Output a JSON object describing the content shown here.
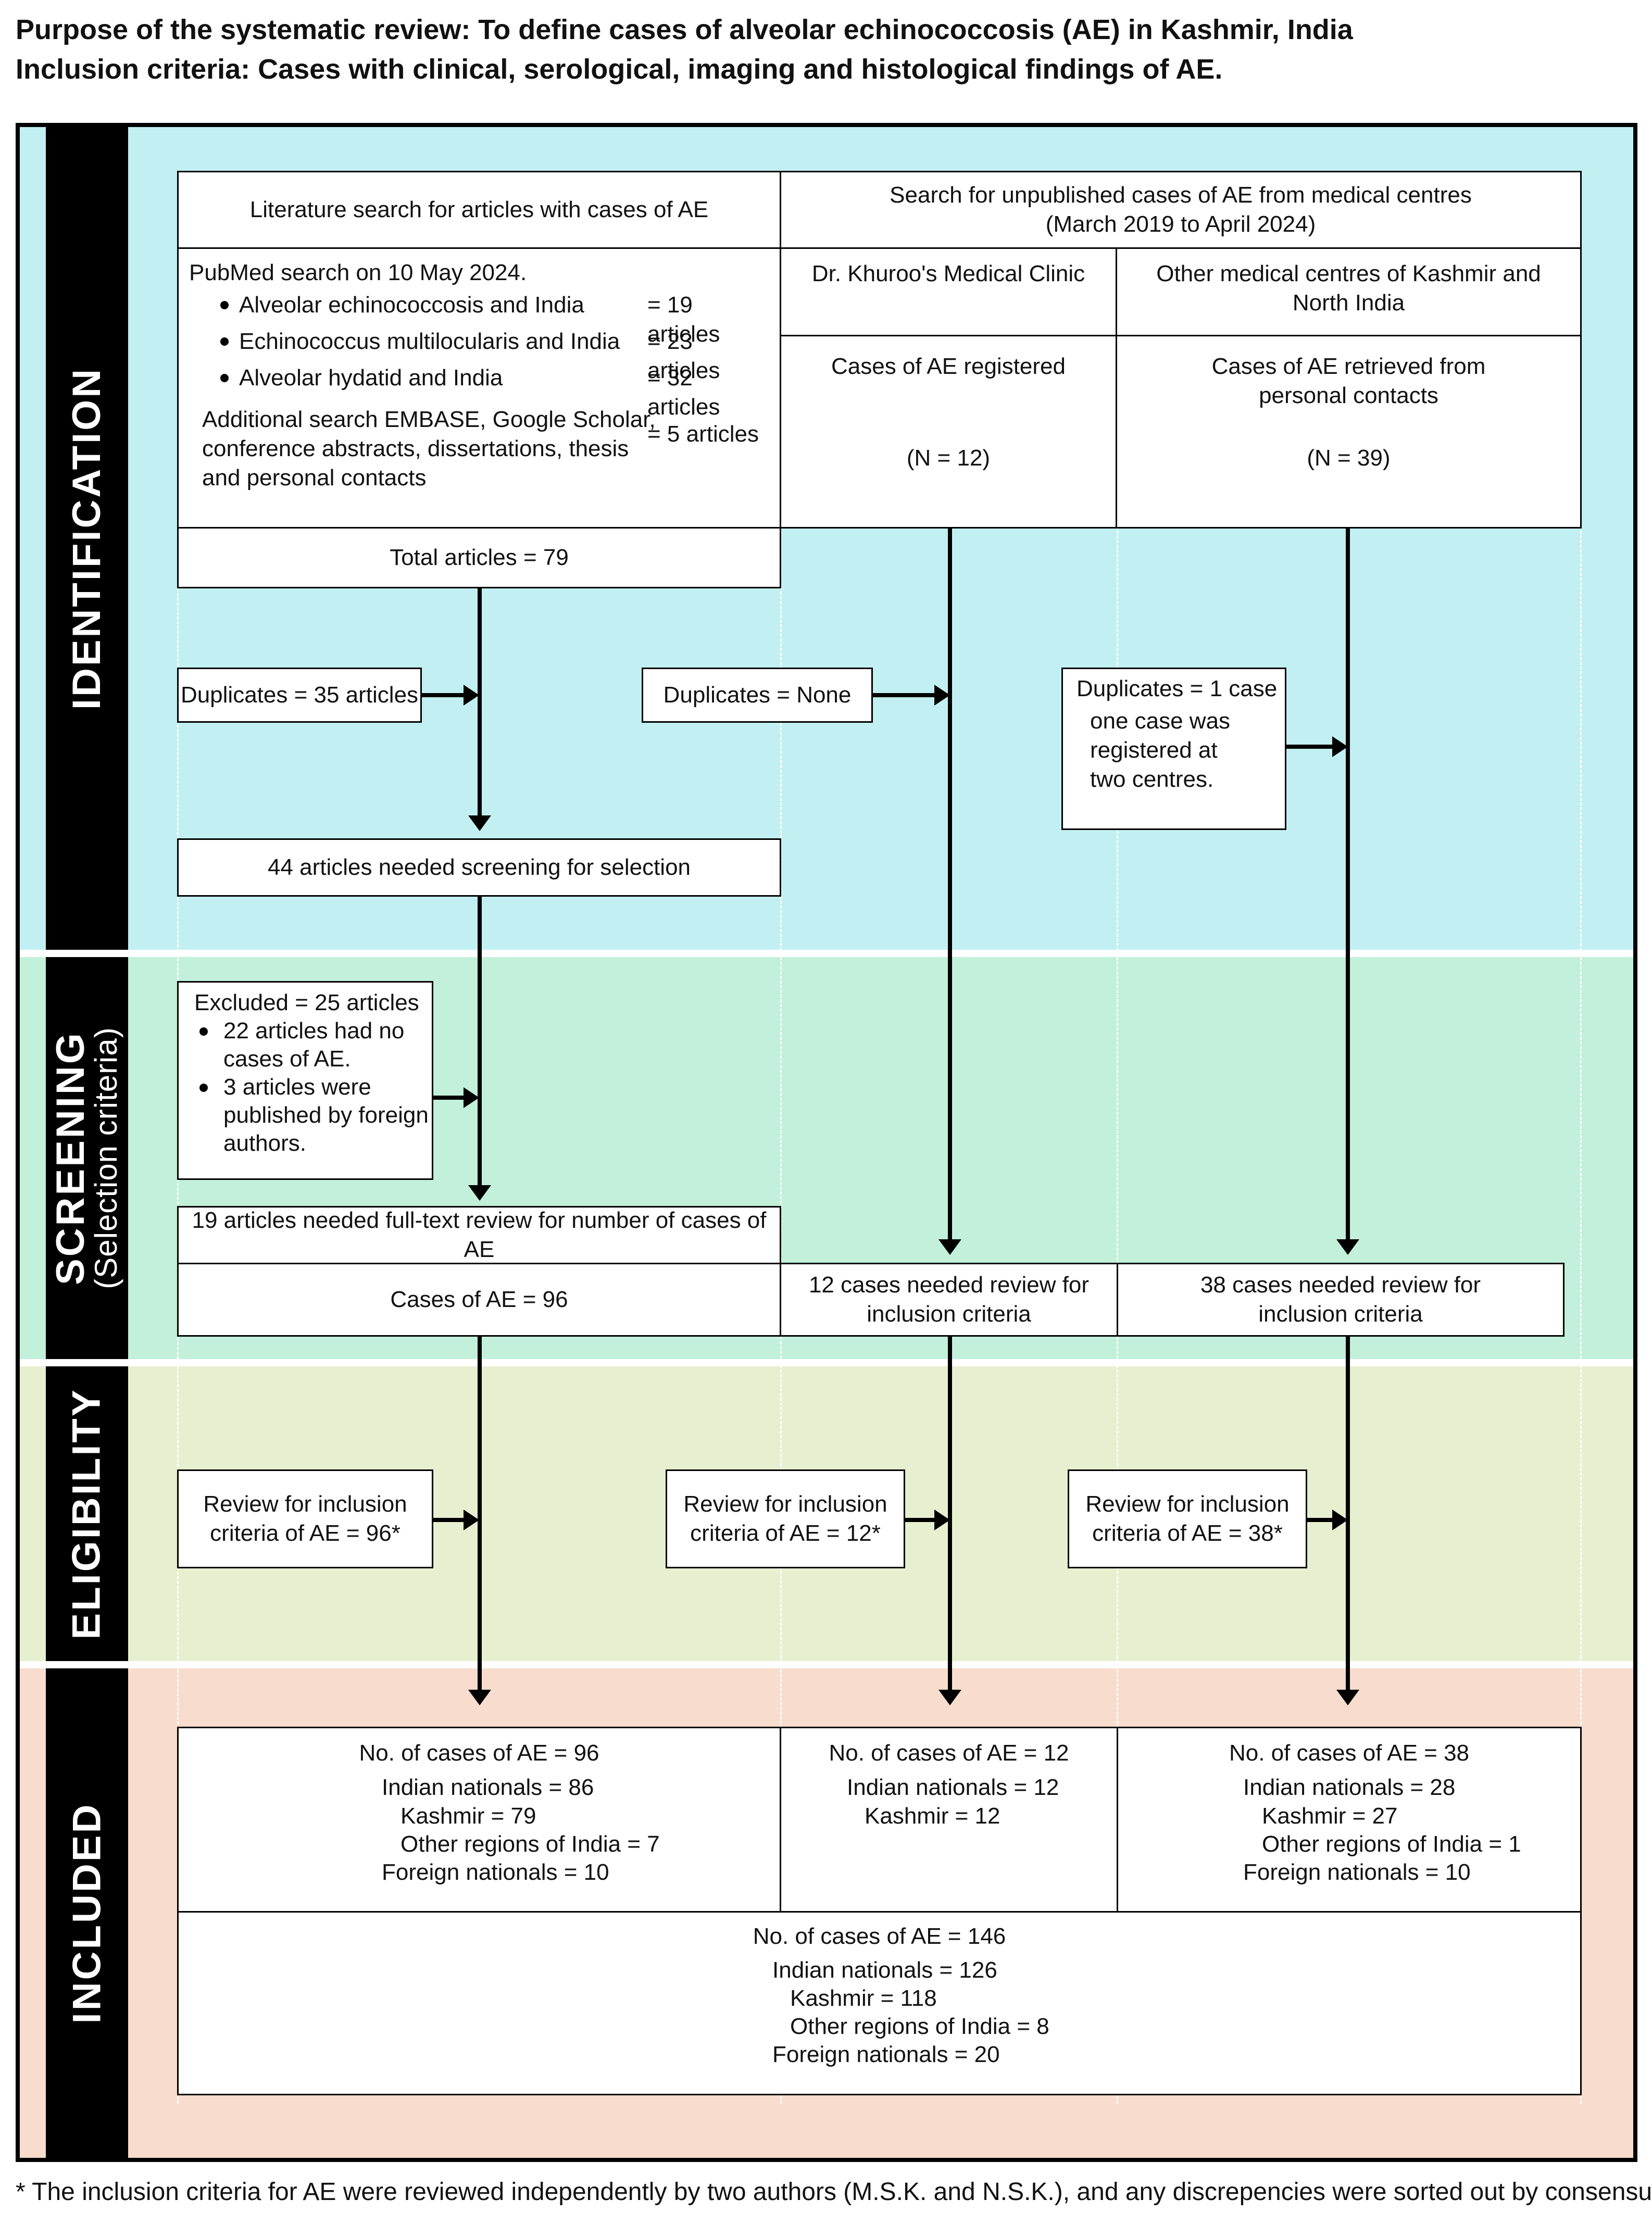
{
  "header": {
    "purpose": "Purpose of the systematic review: To define cases of alveolar echinococcosis (AE) in Kashmir, India",
    "inclusion": "Inclusion criteria: Cases with clinical, serological, imaging and histological findings of AE."
  },
  "colors": {
    "identification": "#c2f0f2",
    "screening": "#c2f0da",
    "eligibility": "#e6f0d0",
    "included": "#f8dccd",
    "sidebar": "#000000"
  },
  "stages": {
    "identification": "IDENTIFICATION",
    "screening": "SCREENING",
    "screening_sub": "(Selection criteria)",
    "eligibility": "ELIGIBILITY",
    "included": "INCLUDED"
  },
  "identification": {
    "lit_search_title": "Literature search for articles with cases of AE",
    "unpublished_title": "Search for unpublished cases of AE from medical centres",
    "unpublished_dates": "(March 2019 to April 2024)",
    "pubmed": {
      "heading": "PubMed search on 10 May 2024.",
      "items": [
        {
          "term": "Alveolar echinococcosis and India",
          "count": "= 19 articles"
        },
        {
          "term": "Echinococcus multilocularis and India",
          "count": "= 23 articles"
        },
        {
          "term": "Alveolar hydatid and India",
          "count": "= 32 articles"
        }
      ],
      "additional_line1": "Additional search EMBASE, Google Scholar,",
      "additional_line2": "conference abstracts, dissertations, thesis",
      "additional_line3": "and personal contacts",
      "additional_count": "= 5 articles"
    },
    "khuroo": {
      "title": "Dr. Khuroo's Medical Clinic",
      "registered": "Cases of AE registered",
      "n": "(N = 12)"
    },
    "other_centres": {
      "title_line1": "Other medical centres of Kashmir and",
      "title_line2": "North India",
      "retrieved_line1": "Cases of AE retrieved from",
      "retrieved_line2": "personal contacts",
      "n": "(N = 39)"
    },
    "total_articles": "Total articles = 79",
    "dup_articles": "Duplicates =  35 articles",
    "dup_none": "Duplicates = None",
    "dup_case": {
      "line1": "Duplicates = 1 case",
      "line2": "one case was",
      "line3": "registered at",
      "line4": "two centres."
    },
    "needed_screening": "44 articles needed screening for selection"
  },
  "screening": {
    "excluded": {
      "heading": "Excluded = 25 articles",
      "item1_line1": "22 articles had no",
      "item1_line2": "cases of AE.",
      "item2_line1": "3 articles were",
      "item2_line2": "published by foreign",
      "item2_line3": "authors."
    },
    "full_text": "19 articles needed full-text review for number of cases of AE",
    "cases_ae": "Cases of AE = 96",
    "review12_line1": "12 cases needed review for",
    "review12_line2": "inclusion criteria",
    "review38_line1": "38 cases needed review for",
    "review38_line2": "inclusion criteria"
  },
  "eligibility": {
    "col1_line1": "Review for inclusion",
    "col1_line2": "criteria of AE = 96*",
    "col2_line1": "Review for inclusion",
    "col2_line2": "criteria of AE = 12*",
    "col3_line1": "Review for inclusion",
    "col3_line2": "criteria of AE = 38*"
  },
  "included": {
    "col1": {
      "cases": "No. of cases of AE = 96",
      "indian": "Indian nationals = 86",
      "kashmir": "Kashmir = 79",
      "other": "Other regions of India = 7",
      "foreign": "Foreign nationals = 10"
    },
    "col2": {
      "cases": "No. of cases of AE = 12",
      "indian": "Indian nationals = 12",
      "kashmir": "Kashmir = 12"
    },
    "col3": {
      "cases": "No. of cases of AE = 38",
      "indian": "Indian nationals = 28",
      "kashmir": "Kashmir = 27",
      "other": "Other regions of India = 1",
      "foreign": "Foreign nationals = 10"
    },
    "total": {
      "cases": "No. of cases of AE = 146",
      "indian": "Indian nationals = 126",
      "kashmir": "Kashmir = 118",
      "other": "Other regions of India = 8",
      "foreign": "Foreign nationals = 20"
    }
  },
  "footer": "* The inclusion criteria for AE were reviewed independently by two authors (M.S.K. and N.S.K.), and any discrepencies were sorted out by consensus."
}
